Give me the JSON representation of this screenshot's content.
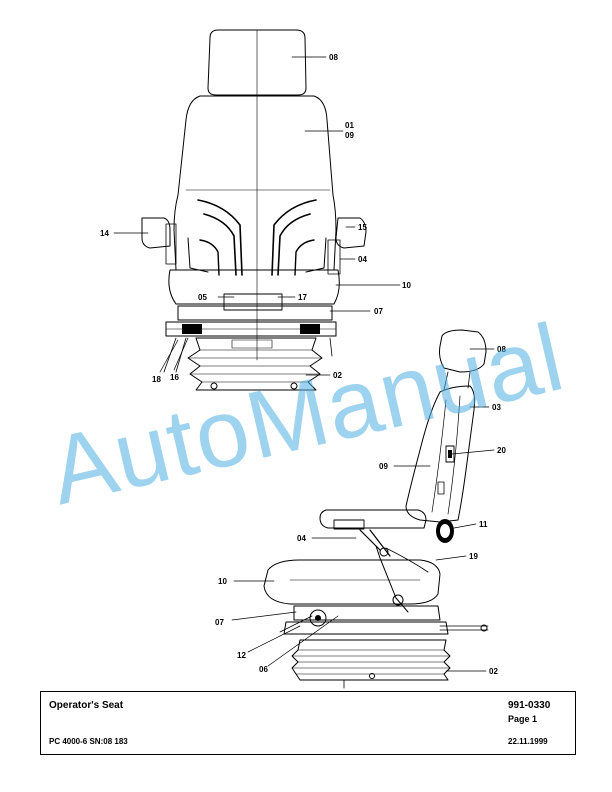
{
  "document": {
    "title": "Operator's Seat",
    "number": "991-0330",
    "page": "Page 1",
    "model": "PC 4000-6 SN:08 183",
    "date": "22.11.1999"
  },
  "watermark": {
    "text": "AutoManual",
    "color": "#4fb0e4"
  },
  "callouts": {
    "front_08": "08",
    "front_01": "01",
    "front_09": "09",
    "front_14": "14",
    "front_15": "15",
    "front_04": "04",
    "front_10": "10",
    "front_05": "05",
    "front_17": "17",
    "front_07": "07",
    "front_18": "18",
    "front_16": "16",
    "front_02": "02",
    "side_08": "08",
    "side_03": "03",
    "side_20": "20",
    "side_09": "09",
    "side_11": "11",
    "side_04": "04",
    "side_19": "19",
    "side_10": "10",
    "side_07": "07",
    "side_12": "12",
    "side_06": "06",
    "side_02": "02"
  }
}
